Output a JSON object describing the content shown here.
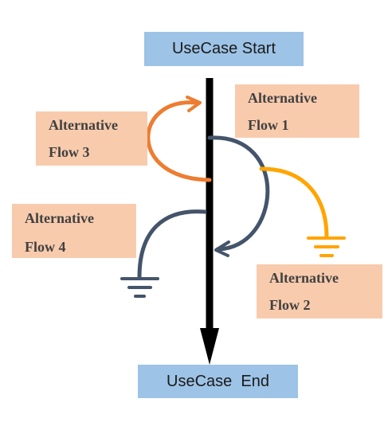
{
  "diagram": {
    "start_label": "UseCase Start",
    "end_label": "UseCase  End",
    "alternative_flows": [
      {
        "id": "flow-1",
        "line1": "Alternative",
        "line2": "Flow 1",
        "color": "#44546a"
      },
      {
        "id": "flow-2",
        "line1": "Alternative",
        "line2": "Flow 2",
        "color": "#ffa500"
      },
      {
        "id": "flow-3",
        "line1": "Alternative",
        "line2": "Flow 3",
        "color": "#ed7d31"
      },
      {
        "id": "flow-4",
        "line1": "Alternative",
        "line2": "Flow 4",
        "color": "#44546a"
      }
    ],
    "colors": {
      "main_flow": "#000000",
      "usecase_box": "#9dc3e6",
      "alt_box": "#f8cbad",
      "alt_text": "#404040"
    }
  }
}
